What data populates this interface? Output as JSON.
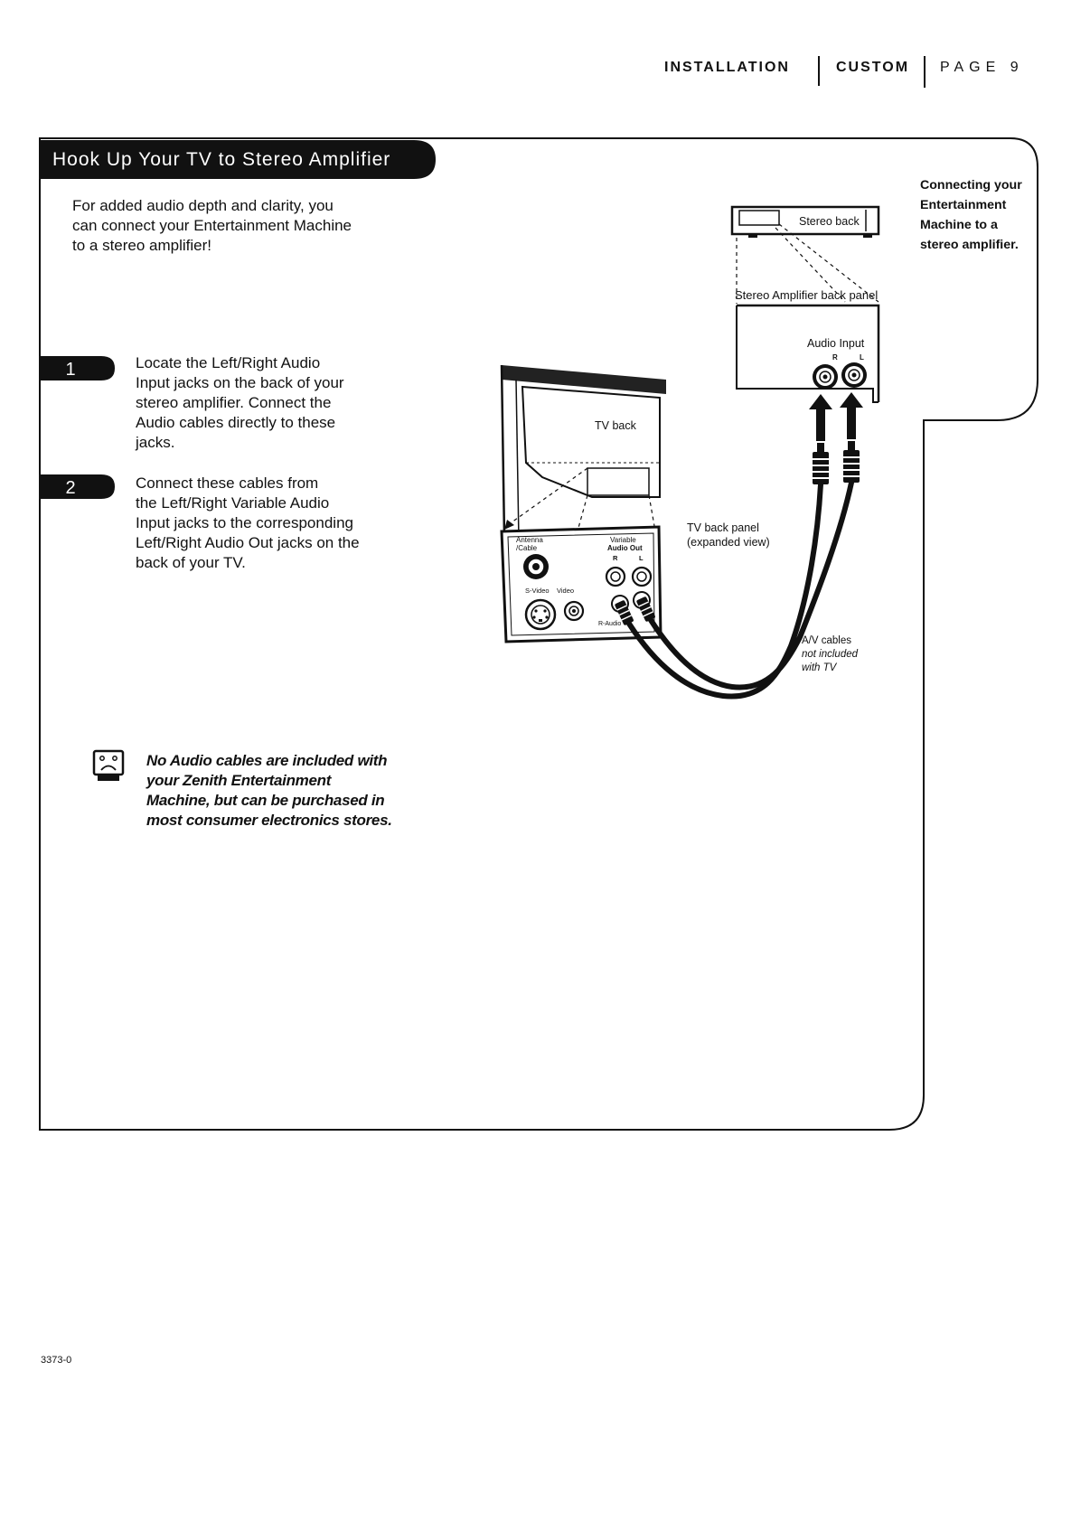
{
  "header": {
    "section": "INSTALLATION",
    "subsection": "CUSTOM",
    "page": "PAGE 9"
  },
  "title": "Hook Up Your TV to Stereo Amplifier",
  "intro": [
    "For added audio depth and clarity, you",
    "can connect your Entertainment Machine",
    "to a stereo amplifier!"
  ],
  "steps": [
    {
      "number": "1",
      "lines": [
        "Locate the Left/Right Audio",
        "Input jacks on the back of your",
        "stereo amplifier. Connect the",
        "Audio cables directly to these",
        "jacks."
      ]
    },
    {
      "number": "2",
      "lines": [
        "Connect these cables from",
        "the Left/Right Variable Audio",
        "Input jacks to the corresponding",
        "Left/Right Audio Out jacks on the",
        "back of your TV."
      ]
    }
  ],
  "note": {
    "icon": "frown-face-icon",
    "lines": [
      "No Audio cables are included with",
      "your Zenith Entertainment",
      "Machine, but can be purchased in",
      "most consumer electronics stores."
    ]
  },
  "sidebar": {
    "lines": [
      "Connecting your",
      "Entertainment",
      "Machine to a",
      "stereo amplifier."
    ]
  },
  "diagram": {
    "stereo_front": "Stereo back",
    "stereo_panel": "Stereo Amplifier back panel",
    "audio_input": {
      "title": "Audio Input",
      "r": "R",
      "l": "L"
    },
    "tv_back": "TV back",
    "tv_panel": [
      "TV back panel",
      "(expanded view)"
    ],
    "antenna": [
      "Antenna",
      "/Cable"
    ],
    "variable_audio_out": {
      "title": [
        "Variable",
        "Audio Out"
      ],
      "r": "R",
      "l": "L"
    },
    "s_video": "S-Video",
    "video": "Video",
    "r_audio": "R-Audio",
    "cables_note": [
      "A/V cables",
      "not included",
      "with TV"
    ]
  },
  "footer": {
    "code": "3373-0"
  }
}
